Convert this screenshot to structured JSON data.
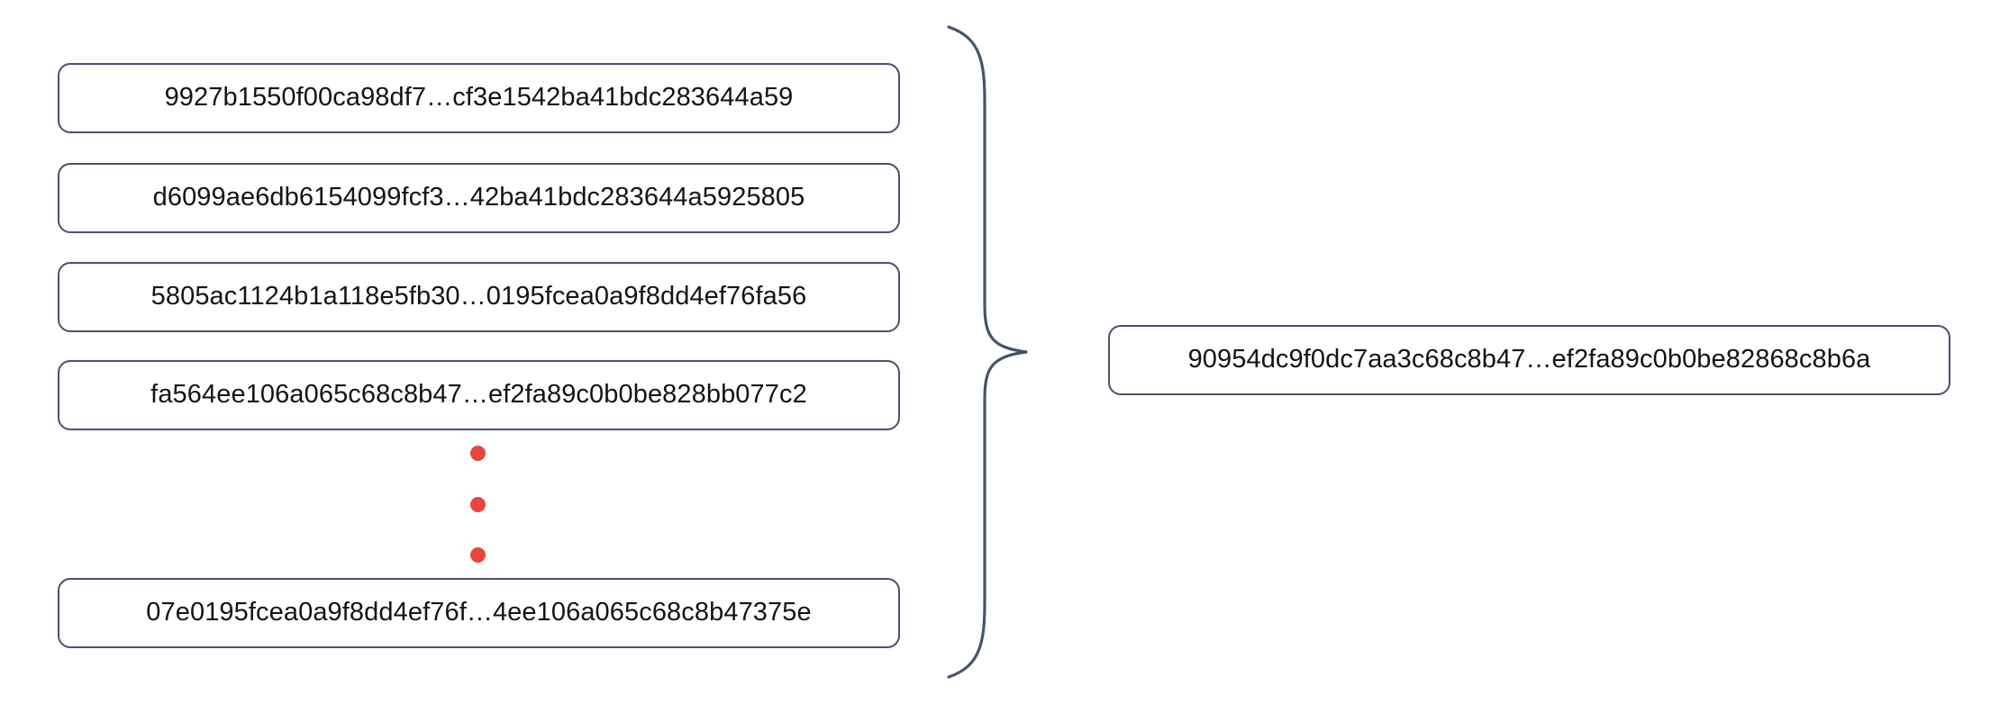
{
  "diagram": {
    "type": "hash-aggregation",
    "title": "",
    "colors": {
      "box_border": "#47536b",
      "box_fill": "#ffffff",
      "text": "#111418",
      "ellipsis_dot": "#e8453c",
      "brace_stroke": "#47536b",
      "background": "#ffffff"
    },
    "inputs": {
      "label": "input-hash-list",
      "items": [
        {
          "id": "hash-1",
          "value": "9927b1550f00ca98df7…cf3e1542ba41bdc283644a59"
        },
        {
          "id": "hash-2",
          "value": "d6099ae6db6154099fcf3…42ba41bdc283644a5925805"
        },
        {
          "id": "hash-3",
          "value": "5805ac1124b1a118e5fb30…0195fcea0a9f8dd4ef76fa56"
        },
        {
          "id": "hash-4",
          "value": "fa564ee106a065c68c8b47…ef2fa89c0b0be828bb077c2"
        },
        {
          "id": "hash-n",
          "value": "07e0195fcea0a9f8dd4ef76f…4ee106a065c68c8b47375e"
        }
      ]
    },
    "ellipsis": {
      "label": "vertical-ellipsis",
      "dot_count": 3,
      "meaning": "additional hashes omitted"
    },
    "brace": {
      "label": "grouping-brace",
      "orientation": "left-curly-brace-pointing-right"
    },
    "output": {
      "label": "aggregated-hash",
      "value": "90954dc9f0dc7aa3c68c8b47…ef2fa89c0b0be82868c8b6a"
    }
  }
}
